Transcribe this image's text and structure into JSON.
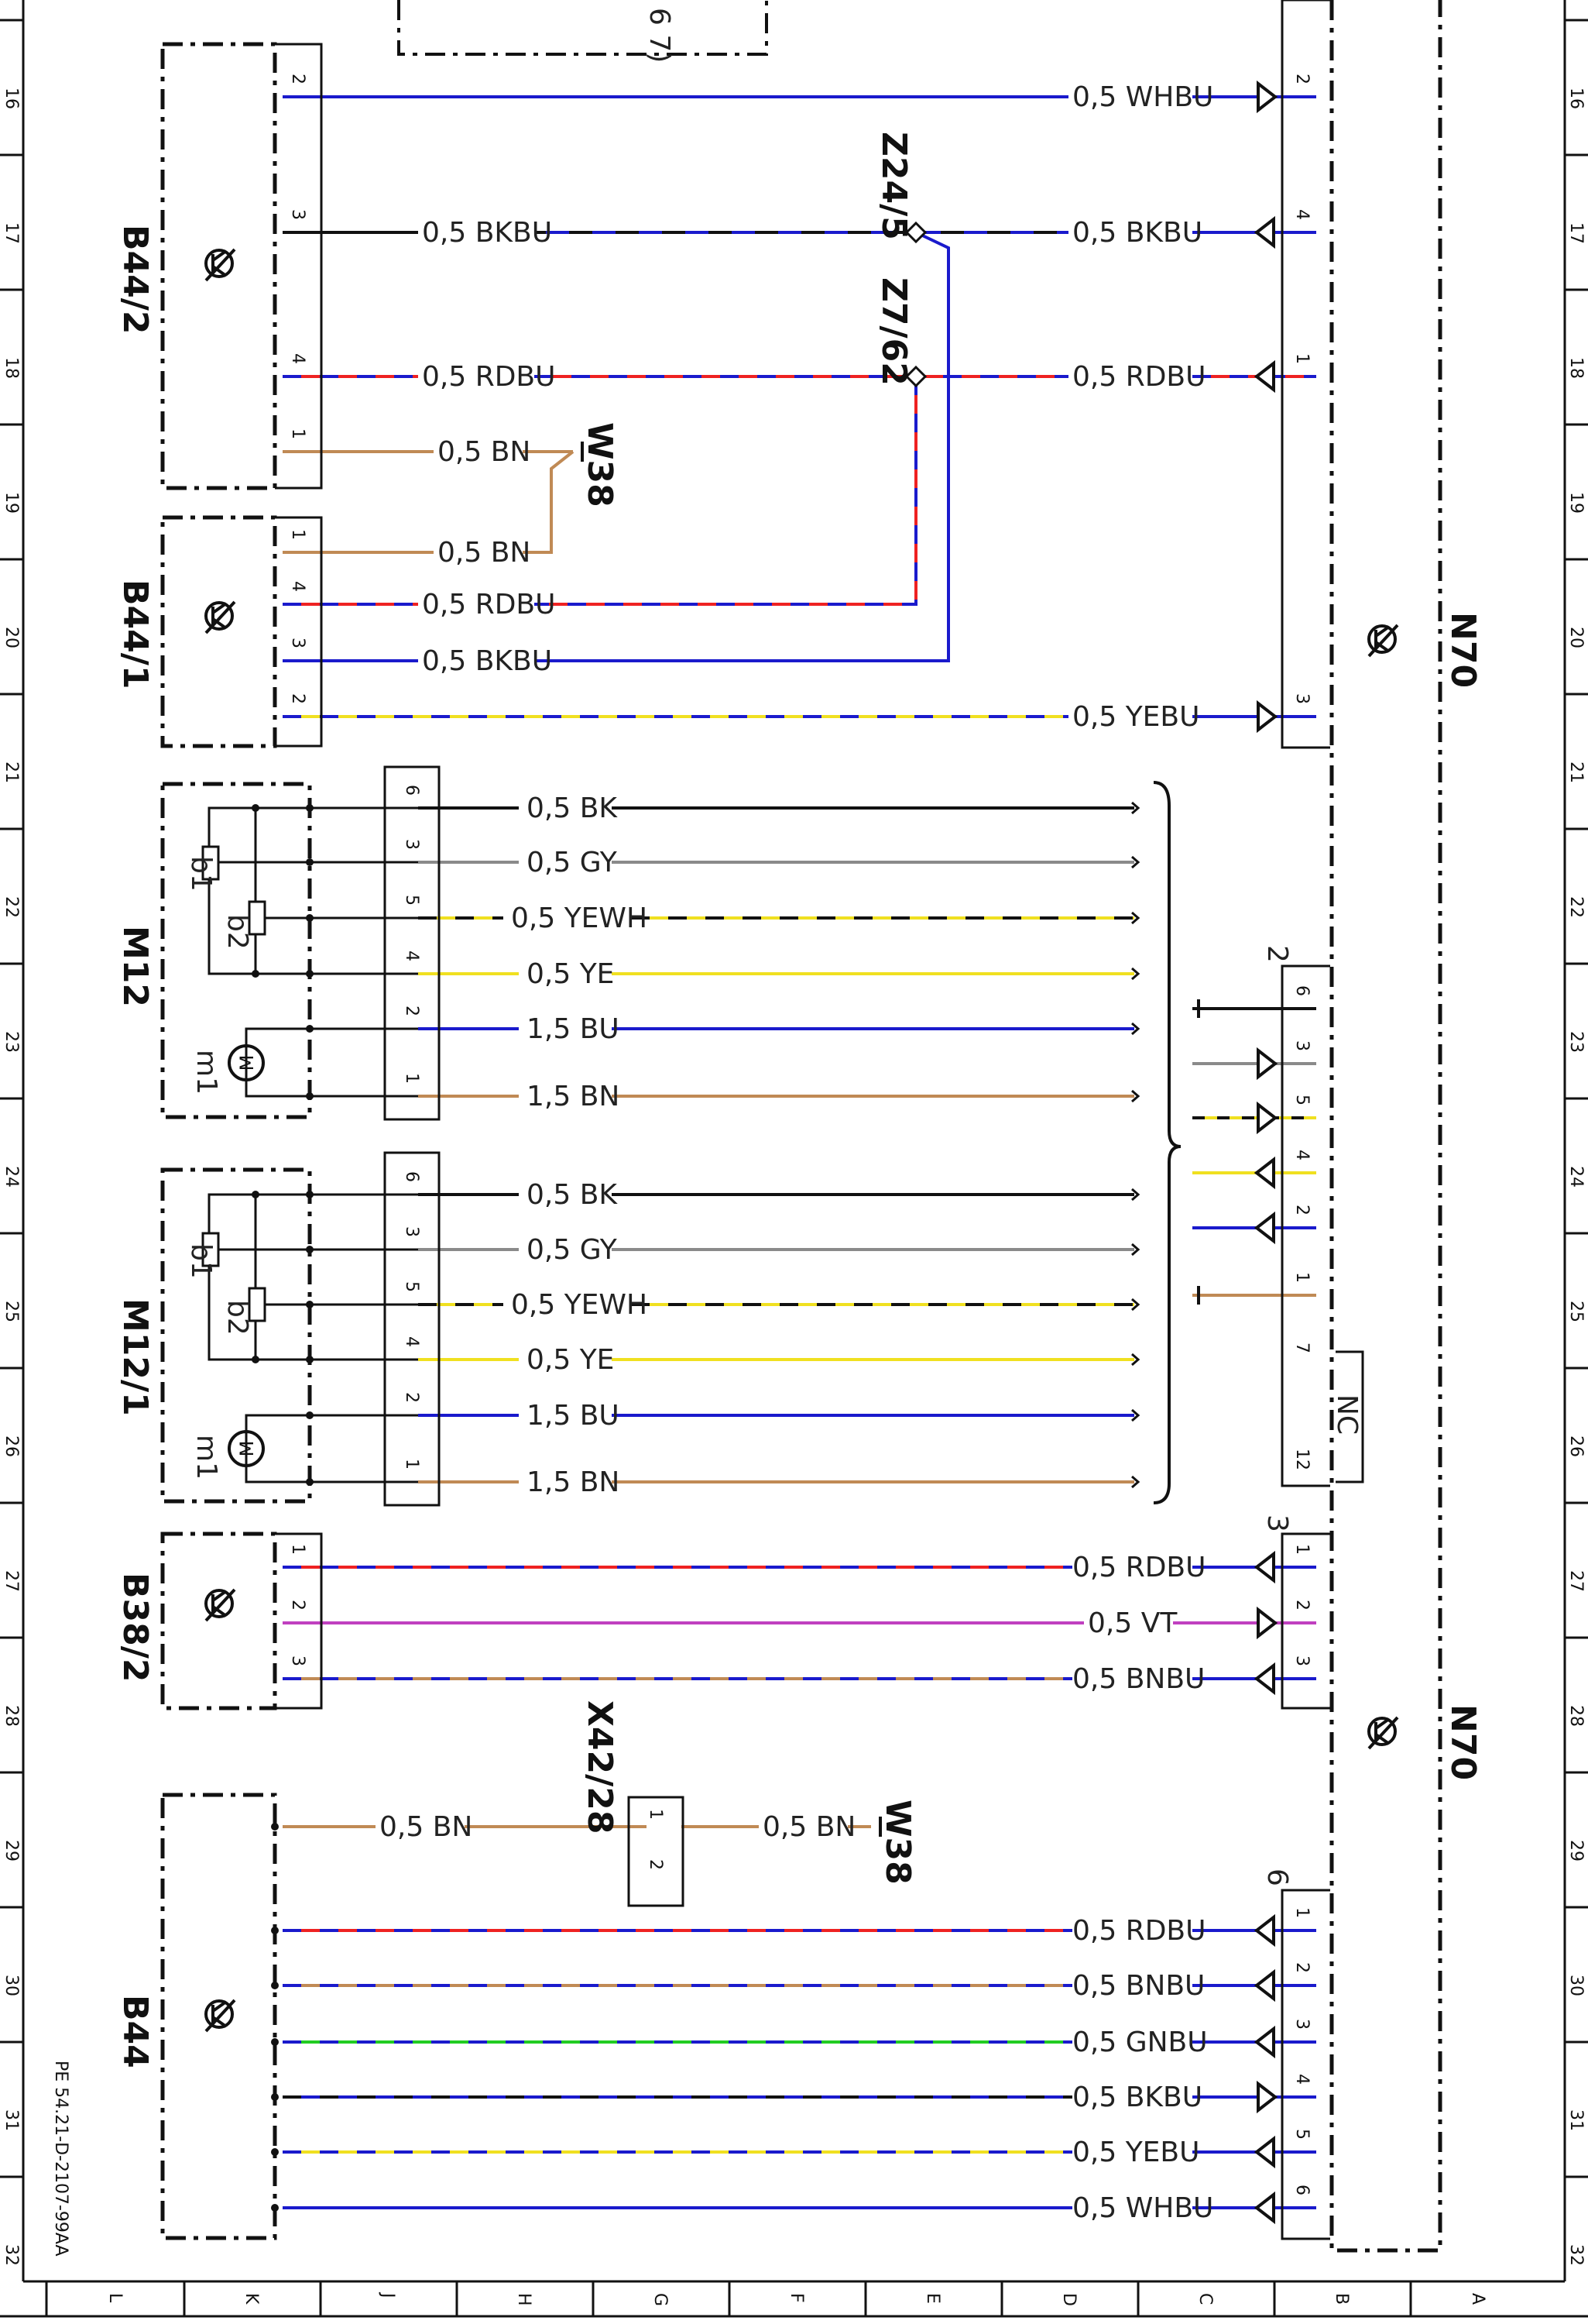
{
  "grid": {
    "rows": [
      "16",
      "17",
      "18",
      "19",
      "20",
      "21",
      "22",
      "23",
      "24",
      "25",
      "26",
      "27",
      "28",
      "29",
      "30",
      "31",
      "32"
    ],
    "cols": [
      "L",
      "K",
      "J",
      "H",
      "G",
      "F",
      "E",
      "D",
      "C",
      "B",
      "A"
    ]
  },
  "doc_code": "PE 54.21-D-2107-99AA",
  "components": {
    "b44_2": "B44/2",
    "b44_1": "B44/1",
    "m12": "M12",
    "m12_1": "M12/1",
    "b38_2": "B38/2",
    "b44": "B44",
    "n70_top": "N70",
    "n70_bottom": "N70",
    "z24_5": "Z24/5",
    "z7_62": "Z7/62",
    "w38_a": "W38",
    "w38_b": "W38",
    "x42_28": "X42/28",
    "nc": "NC",
    "sub_b1": "b1",
    "sub_b2": "b2",
    "sub_m1": "m1",
    "sub_b1b": "b1",
    "sub_b2b": "b2",
    "sub_m1b": "m1",
    "top_partial": "6 7)"
  },
  "wires": {
    "w01": "0,5 WHBU",
    "w02": "0,5 BKBU",
    "w03": "0,5 BKBU",
    "w04": "0,5 RDBU",
    "w05": "0,5 RDBU",
    "w06": "0,5 BN",
    "w07": "0,5 BN",
    "w08": "0,5 RDBU",
    "w09": "0,5 BKBU",
    "w10": "0,5 YEBU",
    "w11": "0,5 BK",
    "w12": "0,5 GY",
    "w13": "0,5 YEWH",
    "w14": "0,5 YE",
    "w15": "1,5 BU",
    "w16": "1,5 BN",
    "w17": "0,5 BK",
    "w18": "0,5 GY",
    "w19": "0,5 YEWH",
    "w20": "0,5 YE",
    "w21": "1,5 BU",
    "w22": "1,5 BN",
    "w23": "0,5 RDBU",
    "w24": "0,5 VT",
    "w25": "0,5 BNBU",
    "w26": "0,5 BN",
    "w27": "0,5 BN",
    "w28": "0,5 RDBU",
    "w29": "0,5 BNBU",
    "w30": "0,5 GNBU",
    "w31": "0,5 BKBU",
    "w32": "0,5 YEBU",
    "w33": "0,5 WHBU"
  },
  "pins": {
    "b44_2": [
      "2",
      "3",
      "4",
      "1"
    ],
    "b44_1": [
      "1",
      "4",
      "3",
      "2"
    ],
    "m12": [
      "6",
      "3",
      "5",
      "4",
      "2",
      "1"
    ],
    "m12_1": [
      "6",
      "3",
      "5",
      "4",
      "2",
      "1"
    ],
    "b38_2": [
      "1",
      "2",
      "3"
    ],
    "x42_28": [
      "1",
      "2"
    ],
    "n70_a": [
      "2",
      "4",
      "1",
      "3"
    ],
    "n70_b": [
      "6",
      "3",
      "5",
      "4",
      "2",
      "1",
      "7",
      "12"
    ],
    "n70_c": [
      "1",
      "2",
      "3"
    ],
    "n70_d": [
      "1",
      "2",
      "3",
      "4",
      "5",
      "6"
    ]
  },
  "connector_numbers": {
    "c2": "2",
    "c3": "3",
    "c6": "6"
  },
  "colors": {
    "BU": "#1a1acc",
    "RD": "#ee2222",
    "BK": "#111111",
    "BN": "#c08a55",
    "GY": "#8a8a8a",
    "YE": "#f0e020",
    "VT": "#c040c0",
    "GN": "#22cc22",
    "WH": "#ffffff"
  }
}
